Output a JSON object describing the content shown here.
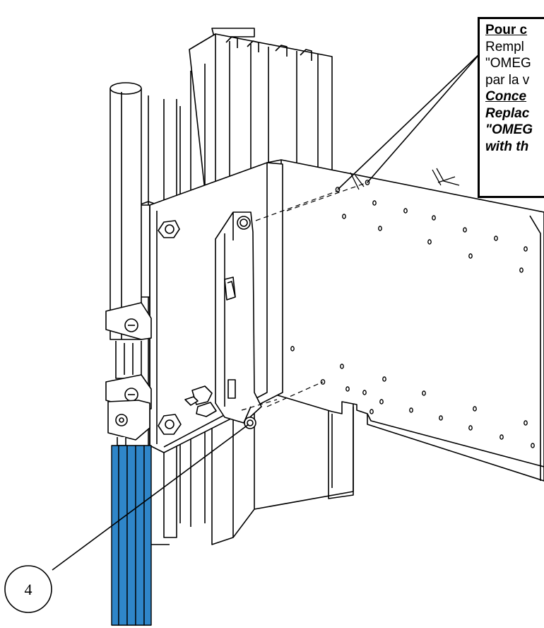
{
  "note": {
    "lines": [
      {
        "text": "Pour c",
        "style": "b u"
      },
      {
        "text": "Rempl",
        "style": ""
      },
      {
        "text": "\"OMEG",
        "style": ""
      },
      {
        "text": "par la v",
        "style": ""
      },
      {
        "text": "Conce",
        "style": "b u i"
      },
      {
        "text": "Replac",
        "style": "b i"
      },
      {
        "text": "\"OMEG",
        "style": "b i"
      },
      {
        "text": "with th",
        "style": "b i"
      }
    ]
  },
  "callout": {
    "number": "4"
  },
  "colors": {
    "rods": "#2f86c9",
    "line": "#000000",
    "background": "#ffffff"
  }
}
